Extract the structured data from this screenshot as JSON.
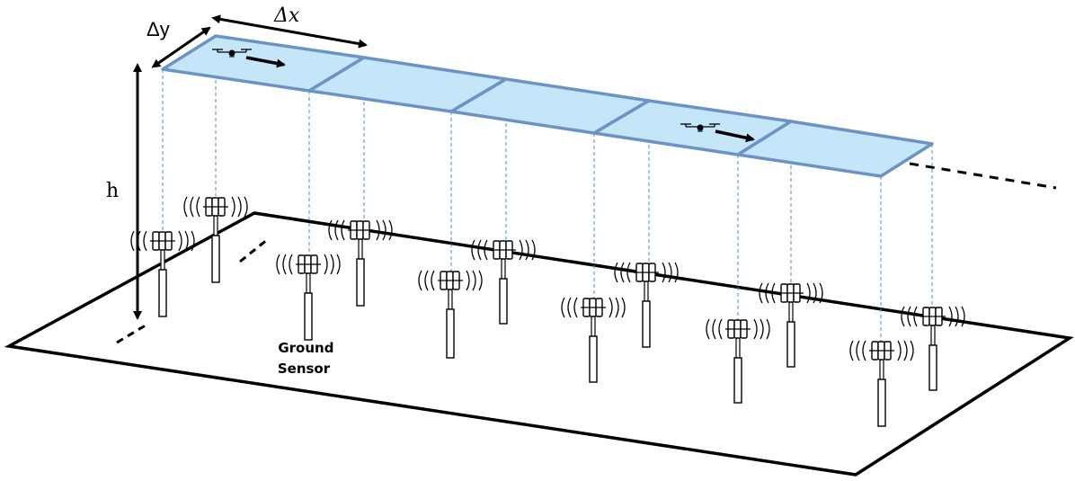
{
  "labels": {
    "delta_y": "Δy",
    "delta_x": "Δx",
    "height": "h",
    "sensor_line1": "Ground",
    "sensor_line2": "Sensor"
  },
  "colors": {
    "swath_fill": "#c5e6f9",
    "swath_edge": "#6b93c4",
    "dashed_projection": "#4a8fc7",
    "ground_outline": "#000000"
  },
  "icons": {
    "uav": "quadcopter-drone-icon",
    "sensor": "ground-sensor-tower-icon",
    "signal": "radio-wave-icon"
  }
}
